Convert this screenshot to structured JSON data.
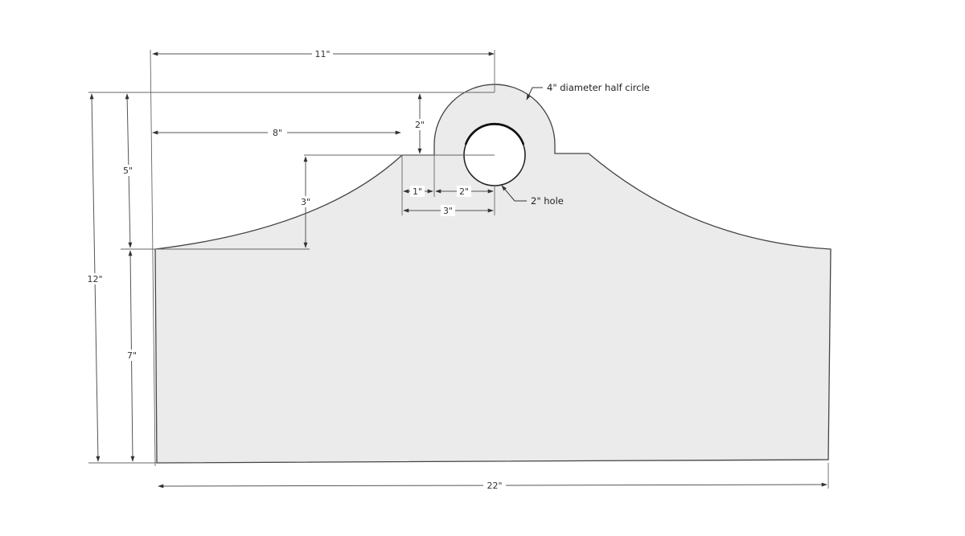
{
  "dimensions": {
    "top_width": "11\"",
    "to_peak": "8\"",
    "cap_height": "2\"",
    "left_upper": "5\"",
    "left_total": "12\"",
    "left_lower": "7\"",
    "curve_rise": "3\"",
    "offset_1": "1\"",
    "offset_2": "2\"",
    "offset_3": "3\"",
    "bottom_width": "22\""
  },
  "callouts": {
    "half_circle": "4\" diameter half circle",
    "hole": "2\" hole"
  },
  "colors": {
    "fill": "#ebebeb",
    "outline": "#444444",
    "dimension_line": "#555555"
  }
}
